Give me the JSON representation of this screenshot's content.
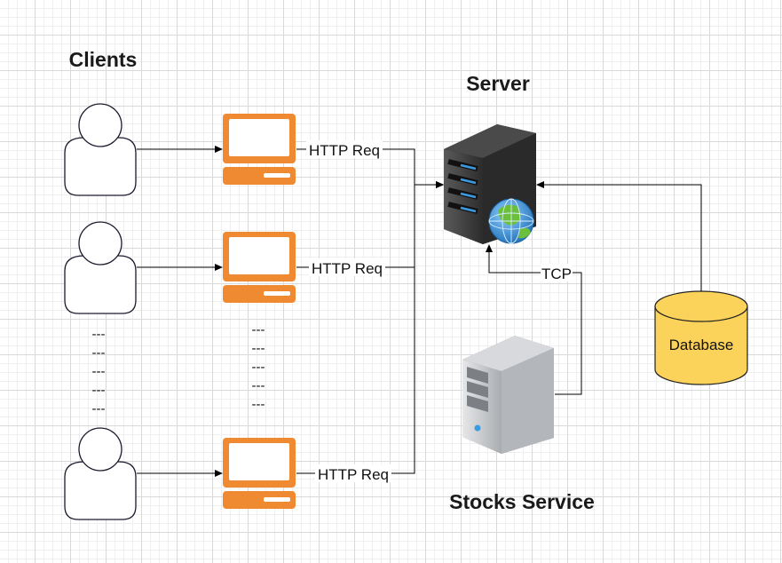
{
  "titles": {
    "clients": "Clients",
    "server": "Server",
    "stocks_service": "Stocks Service"
  },
  "edge_labels": {
    "client_1": "HTTP Req",
    "client_2": "HTTP Req",
    "client_3": "HTTP Req",
    "stocks_to_server": "TCP"
  },
  "database_label": "Database",
  "ellipsis": "---",
  "colors": {
    "computer": "#f08a32",
    "computer_screen": "#ffffff",
    "database_fill": "#fcd35a",
    "server_body": "#3a3a3a",
    "server_led": "#3a9be0",
    "stocks_server_body": "#c7c9cc",
    "globe_sea": "#3a9be0",
    "globe_land": "#6bbf3a",
    "grid_line": "#d9d9d9"
  }
}
